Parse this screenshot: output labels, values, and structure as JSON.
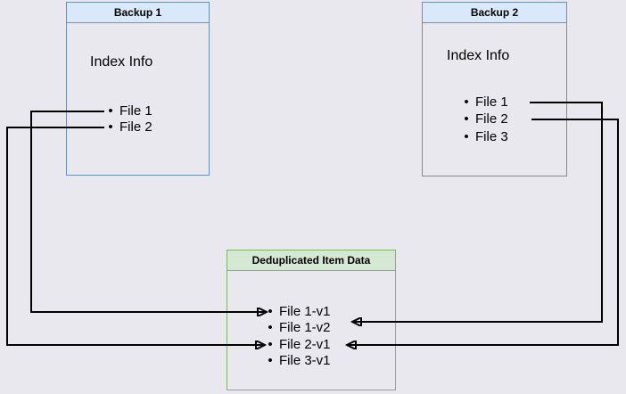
{
  "diagram": {
    "background_color": "#e8e8ee",
    "arrow_color": "#000000",
    "backup1": {
      "title": "Backup 1",
      "subtitle": "Index Info",
      "files": [
        "File 1",
        "File 2"
      ],
      "header_fill": "#dae8fc",
      "border_color": "#6c8ebf"
    },
    "backup2": {
      "title": "Backup 2",
      "subtitle": "Index Info",
      "files": [
        "File 1",
        "File 2",
        "File 3"
      ],
      "header_fill": "#dae8fc",
      "border_color": "#6c8ebf"
    },
    "dedup": {
      "title": "Deduplicated Item Data",
      "items": [
        "File 1-v1",
        "File 1-v2",
        "File 2-v1",
        "File 3-v1"
      ],
      "header_fill": "#d5e8d4",
      "border_color": "#82b366"
    },
    "connections": [
      {
        "from": "Backup 1 / File 1",
        "to": "File 1-v1"
      },
      {
        "from": "Backup 1 / File 2",
        "to": "File 2-v1"
      },
      {
        "from": "Backup 2 / File 1",
        "to": "File 1-v2"
      },
      {
        "from": "Backup 2 / File 2",
        "to": "File 2-v1"
      }
    ]
  }
}
